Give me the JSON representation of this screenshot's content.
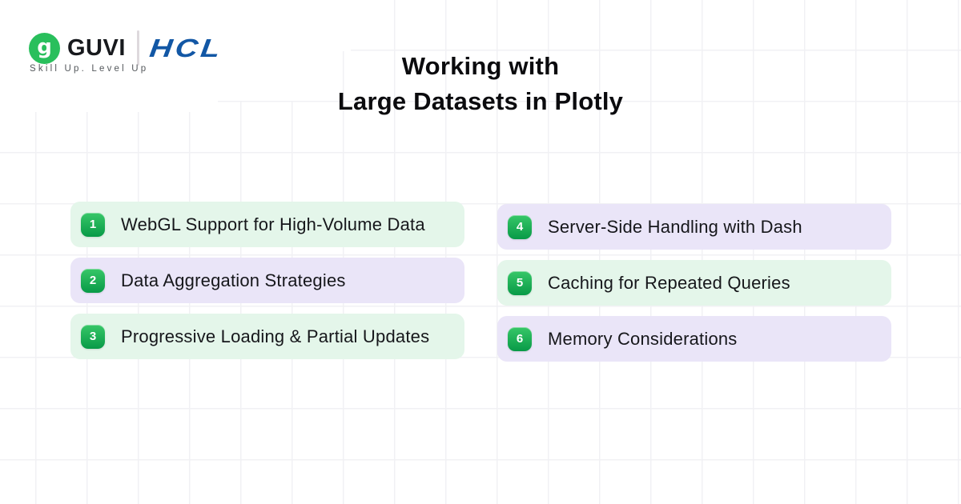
{
  "header": {
    "guvi_logo_text": "GUVI",
    "guvi_icon_glyph": "g",
    "hcl_logo_text": "HCL",
    "tagline": "Skill Up. Level Up"
  },
  "title": {
    "line1": "Working with",
    "line2": "Large Datasets in Plotly"
  },
  "items": [
    {
      "number": "1",
      "label": "WebGL Support for High-Volume Data"
    },
    {
      "number": "2",
      "label": "Data Aggregation Strategies"
    },
    {
      "number": "3",
      "label": "Progressive Loading & Partial Updates"
    },
    {
      "number": "4",
      "label": "Server-Side Handling with Dash"
    },
    {
      "number": "5",
      "label": "Caching for Repeated Queries"
    },
    {
      "number": "6",
      "label": "Memory Considerations"
    }
  ],
  "colors": {
    "guvi_green": "#29BF5C",
    "hcl_blue": "#1257A5",
    "green_pill": "#E4F6EA",
    "lavender_pill": "#EAE5F8",
    "badge_top": "#37C768",
    "badge_bottom": "#089A47",
    "grid_line": "#F1F1F4",
    "title_text": "#0B0B0E",
    "item_text": "#16171B",
    "tagline_text": "#54585C"
  }
}
